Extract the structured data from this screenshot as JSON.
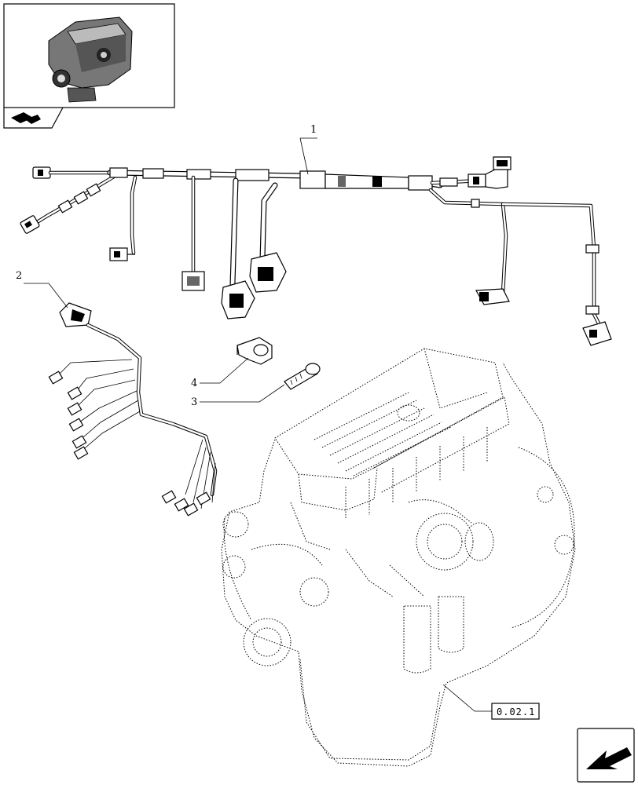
{
  "callouts": [
    {
      "number": "1"
    },
    {
      "number": "2"
    },
    {
      "number": "3"
    },
    {
      "number": "4"
    }
  ],
  "reference_box": {
    "label": "0.02.1"
  },
  "icons": {
    "thumbnail": "engine-thumbnail-icon",
    "book": "book-hand-icon",
    "nav": "next-page-arrow-icon"
  }
}
